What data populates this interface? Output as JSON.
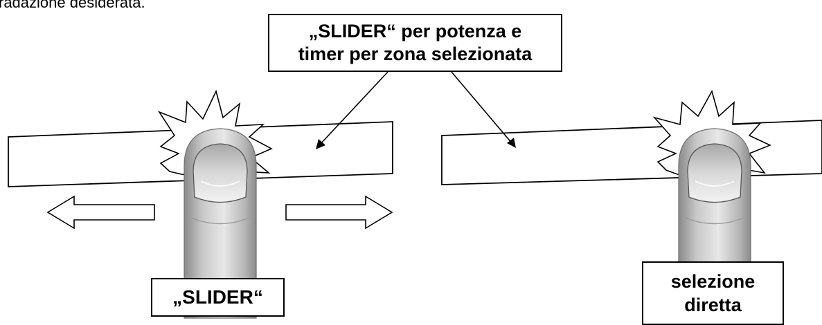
{
  "intro_text": "radazione desiderata.",
  "callouts": {
    "top_line1": "„SLIDER“ per potenza e",
    "top_line2": "timer per zona selezionata",
    "slider": "„SLIDER“",
    "direct_line1": "selezione",
    "direct_line2": "diretta"
  },
  "colors": {
    "stroke": "#000000",
    "finger_light": "#e6e6e6",
    "finger_mid": "#b9b9b9",
    "finger_dark": "#8a8a8a",
    "nail": "#cfcfcf"
  },
  "icons": {
    "left_arrow": "left-arrow-icon",
    "right_arrow": "right-arrow-icon",
    "touch_burst": "touch-burst-icon",
    "finger": "finger-icon"
  }
}
